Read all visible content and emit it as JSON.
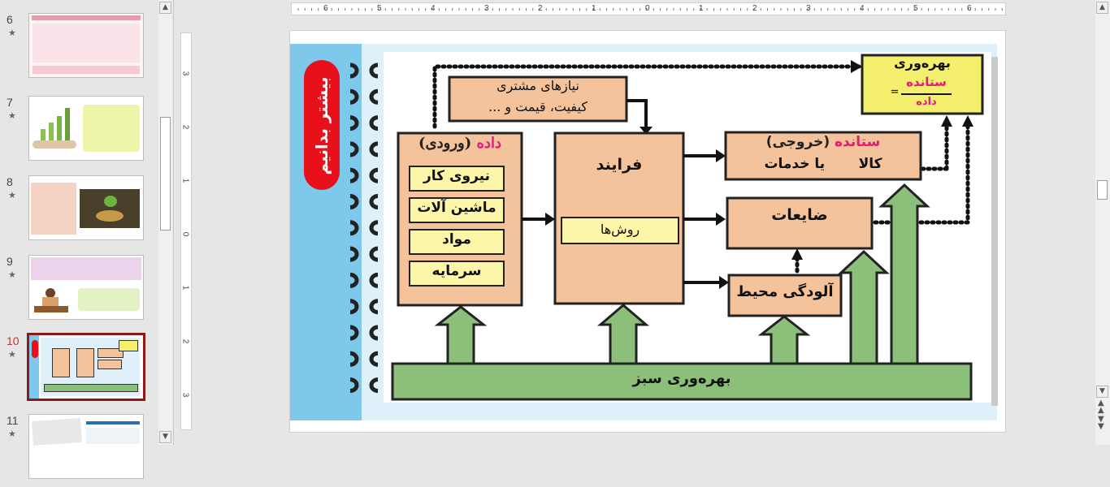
{
  "thumbnails": [
    {
      "number": "6",
      "star": "★",
      "selected": false
    },
    {
      "number": "7",
      "star": "★",
      "selected": false
    },
    {
      "number": "8",
      "star": "★",
      "selected": false
    },
    {
      "number": "9",
      "star": "★",
      "selected": false
    },
    {
      "number": "10",
      "star": "★",
      "selected": true
    },
    {
      "number": "11",
      "star": "★",
      "selected": false
    }
  ],
  "ruler": {
    "horizontal": [
      "6",
      "5",
      "4",
      "3",
      "2",
      "1",
      "0",
      "1",
      "2",
      "3",
      "4",
      "5",
      "6"
    ],
    "vertical": [
      "3",
      "2",
      "1",
      "0",
      "1",
      "2",
      "3"
    ]
  },
  "slide": {
    "banner": "بیشتر بدانیم",
    "input_title_colored": "داده",
    "input_title_rest": " (ورودی)",
    "inputs": [
      "نیروی کار",
      "ماشین آلات",
      "مواد",
      "سرمایه"
    ],
    "customer_needs_line1": "نیازهای مشتری",
    "customer_needs_line2": "کیفیت، قیمت و ...",
    "process_title": "فرایند",
    "process_methods": "روش‌ها",
    "output_title_colored": "ستانده",
    "output_title_rest": " (خروجی)",
    "output_items": "کالا       یا خدمات",
    "waste": "ضایعات",
    "pollution": "آلودگی محیط",
    "productivity_title": "بهره‌وری",
    "formula_numerator": "ستانده",
    "formula_equals": "=",
    "formula_denominator": "داده",
    "green_productivity": "بهره‌وری سبز"
  },
  "colors": {
    "selected_border": "#8b1a1a",
    "banner_red": "#e8101a",
    "box_orange": "#f4c29b",
    "box_yellow": "#fdf6a8",
    "green": "#8cc07a",
    "blue_strip": "#7ec8ec",
    "pink_text": "#e8177b"
  }
}
